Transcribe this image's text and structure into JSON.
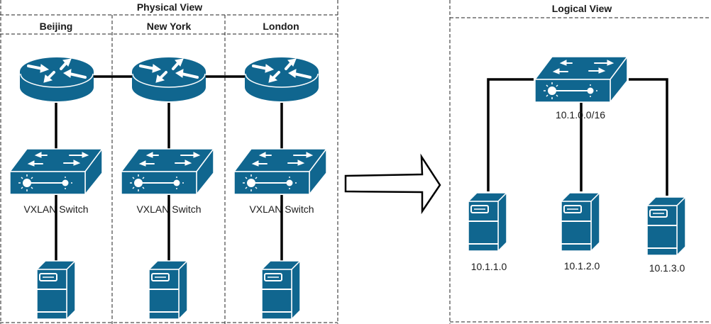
{
  "colors": {
    "device_blue": "#10668f",
    "device_highlight": "#ffffff",
    "link": "#000000"
  },
  "physical_view": {
    "title": "Physical View",
    "sites": [
      {
        "name": "Beijing",
        "router_icon": "router-icon",
        "switch_label": "VXLAN Switch",
        "server_icon": "server-icon"
      },
      {
        "name": "New York",
        "router_icon": "router-icon",
        "switch_label": "VXLAN Switch",
        "server_icon": "server-icon"
      },
      {
        "name": "London",
        "router_icon": "router-icon",
        "switch_label": "VXLAN Switch",
        "server_icon": "server-icon"
      }
    ]
  },
  "transition_arrow": "right-arrow-icon",
  "logical_view": {
    "title": "Logical View",
    "switch_label": "10.1.0.0/16",
    "servers": [
      {
        "label": "10.1.1.0"
      },
      {
        "label": "10.1.2.0"
      },
      {
        "label": "10.1.3.0"
      }
    ]
  }
}
